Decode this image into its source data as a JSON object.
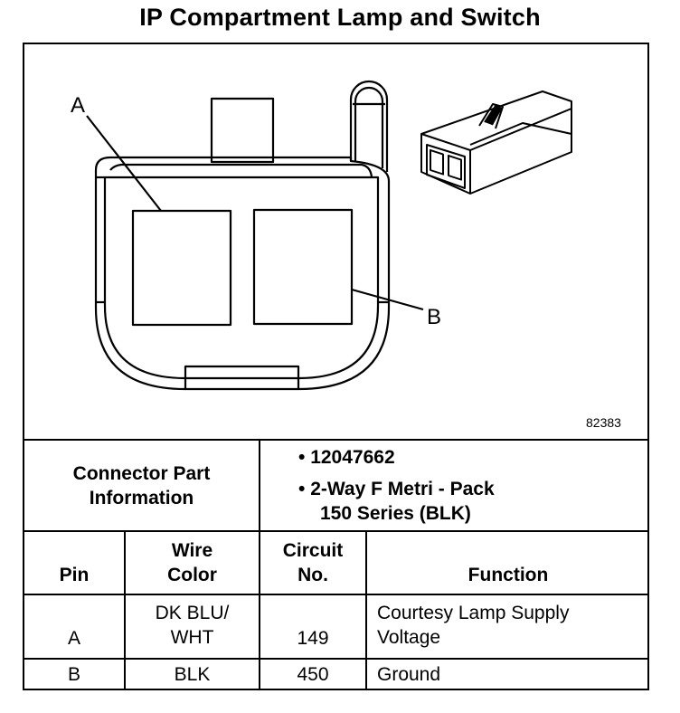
{
  "title": "IP Compartment Lamp and Switch",
  "diagram": {
    "callout_a": "A",
    "callout_b": "B",
    "figure_number": "82383"
  },
  "connector_info": {
    "label": "Connector Part Information",
    "part_number": "12047662",
    "description_line1": "2-Way F Metri - Pack",
    "description_line2": "150 Series (BLK)",
    "bullet": "•"
  },
  "table": {
    "headers": {
      "pin": "Pin",
      "wire_color_line1": "Wire",
      "wire_color_line2": "Color",
      "circuit_line1": "Circuit",
      "circuit_line2": "No.",
      "function": "Function"
    },
    "rows": [
      {
        "pin": "A",
        "wire_color_line1": "DK BLU/",
        "wire_color_line2": "WHT",
        "circuit": "149",
        "function_line1": "Courtesy Lamp Supply",
        "function_line2": "Voltage"
      },
      {
        "pin": "B",
        "wire_color_line1": "BLK",
        "wire_color_line2": "",
        "circuit": "450",
        "function_line1": "Ground",
        "function_line2": ""
      }
    ]
  }
}
